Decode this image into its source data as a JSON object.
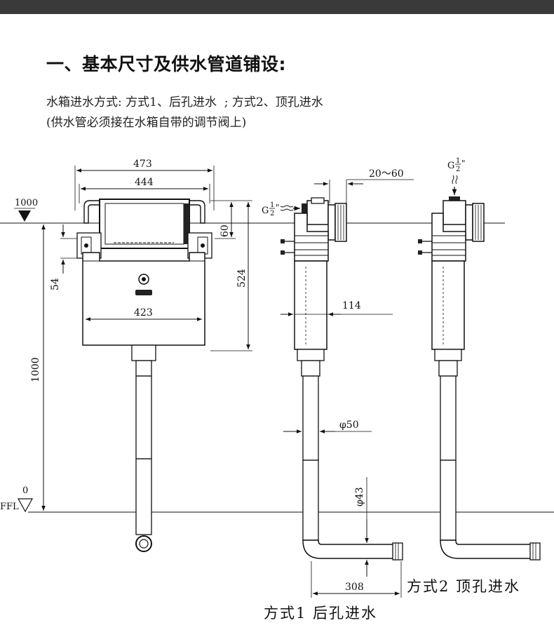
{
  "title": "一、基本尺寸及供水管道铺设:",
  "intro": {
    "line1": "水箱进水方式: 方式1、后孔进水  ; 方式2、顶孔进水",
    "line2": "(供水管必须接在水箱自带的调节阀上)"
  },
  "dimensions": {
    "width_outer": "473",
    "width_mid": "444",
    "width_inner": "423",
    "height_total": "524",
    "height_top": "60",
    "offset_side": "54",
    "level_1000": "1000",
    "level_vertical": "1000",
    "level_zero": "0",
    "floor_label": "FFL",
    "inlet_range": "20～60",
    "tank_depth": "114",
    "pipe_dia_50": "φ50",
    "pipe_dia_43": "φ43",
    "pipe_run": "308",
    "inlet_thread_main": "G",
    "inlet_thread_fraction": "1/2",
    "inlet_thread_suffix": "\"",
    "fraction_num": "1",
    "fraction_den": "2"
  },
  "captions": {
    "method1": "方式1  后孔进水",
    "method2": "方式2  顶孔进水"
  }
}
